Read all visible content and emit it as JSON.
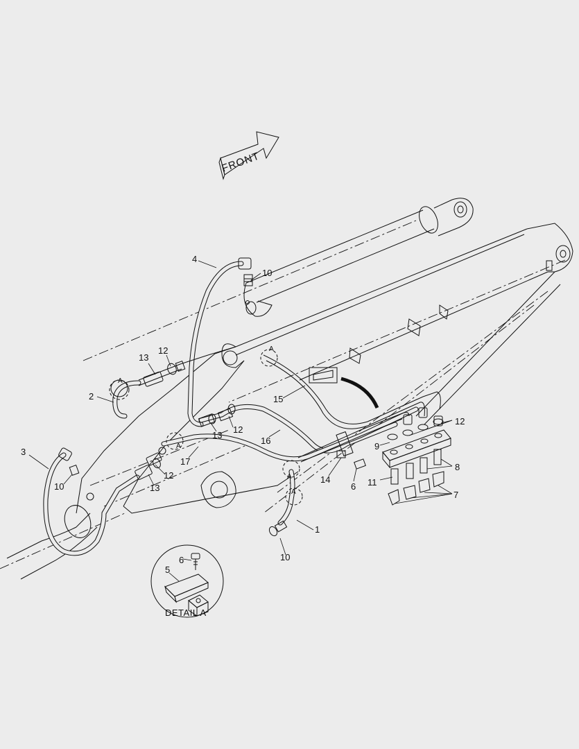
{
  "front_label": "FRONT",
  "detail_label": "DETAIL  A",
  "ref_letter": "A",
  "callouts": {
    "c1": "1",
    "c2": "2",
    "c3": "3",
    "c4": "4",
    "c5": "5",
    "c6a": "6",
    "c6b": "6",
    "c7": "7",
    "c8": "8",
    "c9": "9",
    "c10a": "10",
    "c10b": "10",
    "c10c": "10",
    "c11": "11",
    "c12a": "12",
    "c12b": "12",
    "c12c": "12",
    "c12d": "12",
    "c13a": "13",
    "c13b": "13",
    "c13c": "13",
    "c14": "14",
    "c15": "15",
    "c16": "16",
    "c17": "17"
  },
  "colors": {
    "background": "#ececec",
    "line": "#111111"
  }
}
